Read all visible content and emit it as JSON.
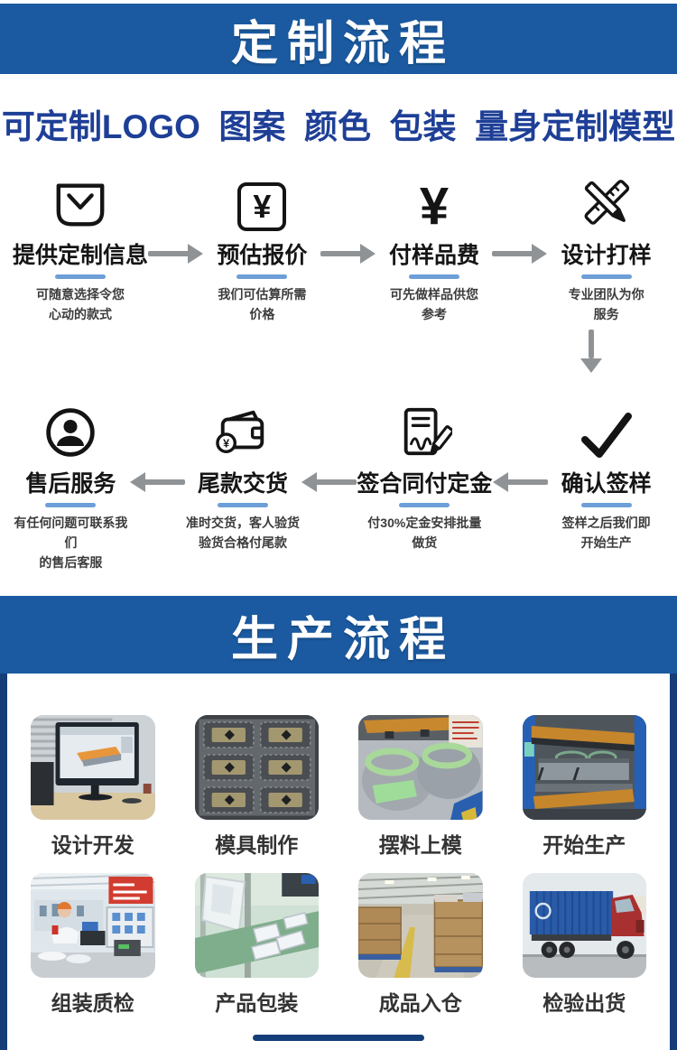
{
  "page": {
    "custom_banner": "定制流程",
    "subtitle": "可定制LOGO  图案  颜色  包装  量身定制模型",
    "production_banner": "生产流程"
  },
  "icons": {
    "yuan": "¥"
  },
  "custom_steps": {
    "row1": [
      {
        "icon": "inbox-check-icon",
        "title": "提供定制信息",
        "desc": "可随意选择令您\n心动的款式"
      },
      {
        "icon": "yuan-quote-icon",
        "title": "预估报价",
        "desc": "我们可估算所需\n价格"
      },
      {
        "icon": "yuan-icon",
        "title": "付样品费",
        "desc": "可先做样品供您\n参考"
      },
      {
        "icon": "pencil-ruler-icon",
        "title": "设计打样",
        "desc": "专业团队为你\n服务"
      }
    ],
    "row2": [
      {
        "icon": "customer-service-icon",
        "title": "售后服务",
        "desc": "有任何问题可联系我们\n的售后客服"
      },
      {
        "icon": "wallet-icon",
        "title": "尾款交货",
        "desc": "准时交货，客人验货\n验货合格付尾款"
      },
      {
        "icon": "contract-pen-icon",
        "title": "签合同付定金",
        "desc": "付30%定金安排批量\n做货"
      },
      {
        "icon": "checkmark-icon",
        "title": "确认签样",
        "desc": "签样之后我们即\n开始生产"
      }
    ]
  },
  "production_steps": [
    {
      "label": "设计开发"
    },
    {
      "label": "模具制作"
    },
    {
      "label": "摆料上模"
    },
    {
      "label": "开始生产"
    },
    {
      "label": "组装质检"
    },
    {
      "label": "产品包装"
    },
    {
      "label": "成品入仓"
    },
    {
      "label": "检验出货"
    }
  ],
  "colors": {
    "banner_blue": "#1b5aa0",
    "frame_navy": "#153e79",
    "subtitle_blue": "#1e3f96",
    "underline_blue": "#6d9ed8",
    "arrow_gray": "#909396"
  }
}
